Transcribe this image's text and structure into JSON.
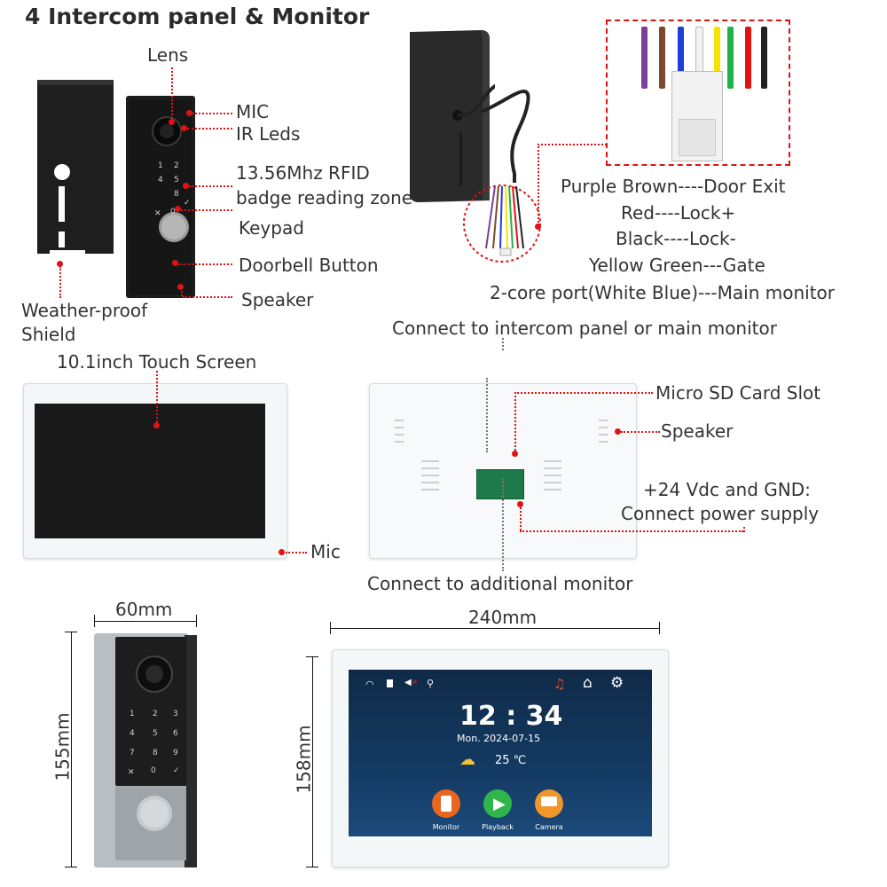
{
  "title": "4  Intercom panel & Monitor",
  "colors": {
    "accent_red": "#e01313",
    "screen_blue": "#12355a",
    "panel_black": "#1c1c1c",
    "panel_silver": "#c8cdd1"
  },
  "panel_labels": {
    "lens": "Lens",
    "mic": "MIC",
    "ir_leds": "IR Leds",
    "rfid_line1": "13.56Mhz RFID",
    "rfid_line2": "badge reading zone",
    "keypad": "Keypad",
    "doorbell": "Doorbell Button",
    "speaker": "Speaker",
    "shield_line1": "Weather-proof",
    "shield_line2": "Shield"
  },
  "wiring": {
    "line1": "Purple Brown----Door Exit",
    "line2": "Red----Lock+",
    "line3": "Black----Lock-",
    "line4": "Yellow Green---Gate",
    "line5": "2-core port(White Blue)---Main monitor",
    "wire_colors": [
      "#7a3f9a",
      "#7a4a2a",
      "#1f3fd6",
      "#f2f2f2",
      "#f4e400",
      "#22b04a",
      "#e01313",
      "#222222"
    ]
  },
  "monitor_labels": {
    "connect_top": "Connect to intercom panel or main monitor",
    "touch_screen": "10.1inch Touch Screen",
    "mic": "Mic",
    "sd_slot": "Micro SD Card Slot",
    "speaker": "Speaker",
    "power_line1": "+24 Vdc and GND:",
    "power_line2": "Connect power supply",
    "connect_bottom": "Connect to additional monitor"
  },
  "dimensions": {
    "panel_width": "60mm",
    "panel_height": "155mm",
    "monitor_width": "240mm",
    "monitor_height": "158mm"
  },
  "keypad_keys": [
    "1",
    "2",
    "3",
    "4",
    "5",
    "6",
    "7",
    "8",
    "9",
    "✕",
    "0",
    "✓"
  ],
  "screen_ui": {
    "time": "12 : 34",
    "date": "Mon.  2024-07-15",
    "temperature": "25 ℃",
    "apps": [
      {
        "label": "Monitor",
        "color": "#e8671f",
        "icon": "door-panel-icon"
      },
      {
        "label": "Playback",
        "color": "#2fb64a",
        "icon": "play-icon"
      },
      {
        "label": "Camera",
        "color": "#f0962a",
        "icon": "camera-icon"
      }
    ],
    "status_icons": [
      "wifi-icon",
      "sd-card-icon",
      "mute-icon",
      "motion-icon"
    ],
    "top_right_icons": [
      "alarm-bell-icon",
      "home-icon",
      "settings-icon"
    ]
  }
}
